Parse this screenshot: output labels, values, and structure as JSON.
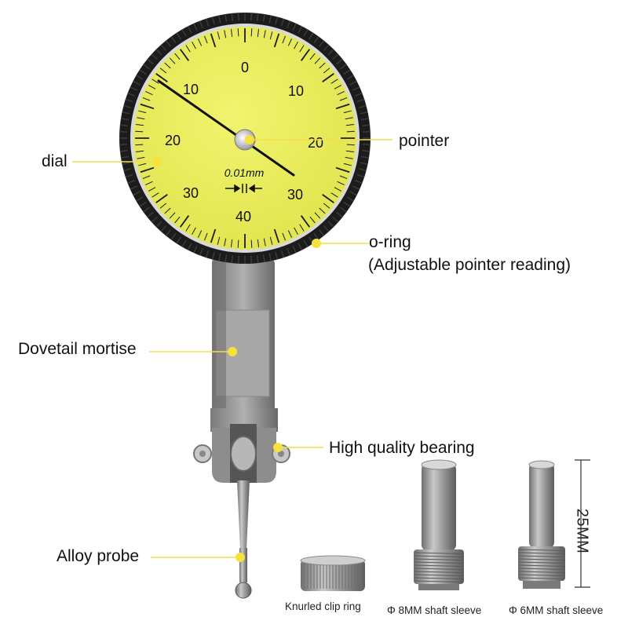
{
  "dial_face": {
    "numbers": [
      "0",
      "10",
      "10",
      "20",
      "20",
      "30",
      "30",
      "40"
    ],
    "unit_text": "0.01mm"
  },
  "labels": {
    "dial": "dial",
    "pointer": "pointer",
    "oring_line1": "o-ring",
    "oring_line2": "(Adjustable pointer reading)",
    "dovetail": "Dovetail mortise",
    "bearing": "High quality bearing",
    "probe": "Alloy probe",
    "clip_ring": "Knurled clip ring",
    "sleeve_8": "Φ 8MM shaft sleeve",
    "sleeve_6": "Φ 6MM shaft sleeve",
    "dimension": "25MM"
  },
  "colors": {
    "dial_face": "#e9ee5a",
    "bezel": "#1a1a1a",
    "leader_line": "#f2e24a",
    "marker_dot": "#f6e23c",
    "metal": "#9a9a9a"
  }
}
